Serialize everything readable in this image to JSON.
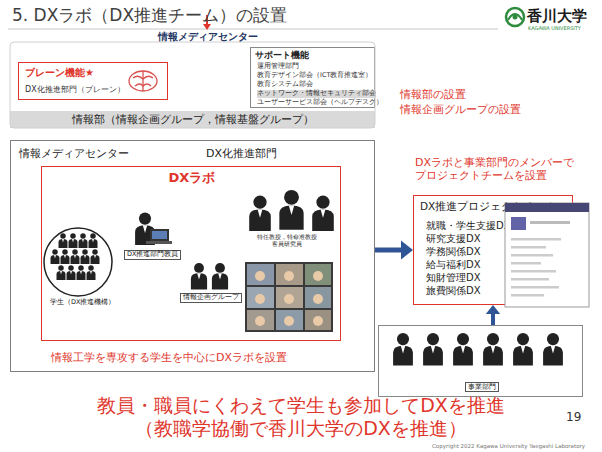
{
  "diagram": {
    "title": "5. DXラボ（DX推進チーム）の設置",
    "caption": "教員・職員にくわえて学生も参加してDXを推進 （教職学協働で香川大学のDXを推進）",
    "nodes": [
      {
        "text": [
          "ブレーン機能★",
          "DX化推進部門（ブレーン）"
        ]
      },
      {
        "text": [
          "サポート機能",
          "運用管理部門",
          "教育デザイン部会（ICT教育推進室）",
          "教育システム部会",
          "ネットワーク・情報セキュリティ部会",
          "ユーザーサービス部会（ヘルプデスク）"
        ]
      },
      {
        "text": [
          "情報部（情報企画グループ，情報基盤グループ）"
        ]
      },
      {
        "text": [
          "情報メディアセンター",
          "DX化推進部門",
          "情報工学を専攻する学生を中心にDXラボを設置"
        ]
      },
      {
        "text": [
          "DXラボ"
        ],
        "in": 3
      },
      {
        "text": [
          "DX推進プロジェクトチーム",
          "就職・学生支援DX",
          "研究支援DX",
          "学務関係DX",
          "給与福利DX",
          "知財管理DX",
          "旅費関係DX"
        ]
      },
      {
        "text": [
          "事業部門"
        ]
      }
    ],
    "edges": [
      {
        "from": 3,
        "to": 5,
        "arrow": "to"
      },
      {
        "from": 6,
        "to": 5,
        "arrow": "to"
      }
    ],
    "labels": [
      "情報メディアセンター",
      "情報部の設置",
      "情報企画グループの設置",
      "学生（DX推進機構）",
      "DX推進部門教員",
      "特任教授，特命准教授 客員研究員",
      "情報企画グループ",
      "DXラボと事業部門のメンバーで プロジェクトチームを設置",
      "香川大学",
      "KAGAWA UNIVERSITY",
      "19",
      "Copyright 2022 Kagawa University Yaegashi Laboratory"
    ]
  }
}
